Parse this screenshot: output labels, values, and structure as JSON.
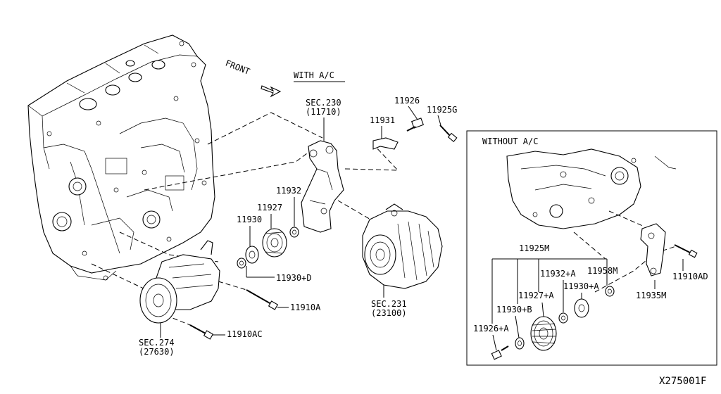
{
  "headings": {
    "with_ac": "WITH A/C",
    "front": "FRONT",
    "without_ac": "WITHOUT A/C"
  },
  "labels": {
    "sec230": "SEC.230",
    "sec230_code": "(11710)",
    "p11931": "11931",
    "p11926": "11926",
    "p11925g": "11925G",
    "p11932": "11932",
    "p11927": "11927",
    "p11930": "11930",
    "p11930d": "11930+D",
    "p11910a": "11910A",
    "p11910ac": "11910AC",
    "sec274": "SEC.274",
    "sec274_code": "(27630)",
    "sec231": "SEC.231",
    "sec231_code": "(23100)",
    "p11925m": "11925M",
    "p11932a": "11932+A",
    "p11958m": "11958M",
    "p11910ad": "11910AD",
    "p11930a": "11930+A",
    "p11927a": "11927+A",
    "p11935m": "11935M",
    "p11930b": "11930+B",
    "p11926a": "11926+A"
  },
  "diagram_id": "X275001F"
}
